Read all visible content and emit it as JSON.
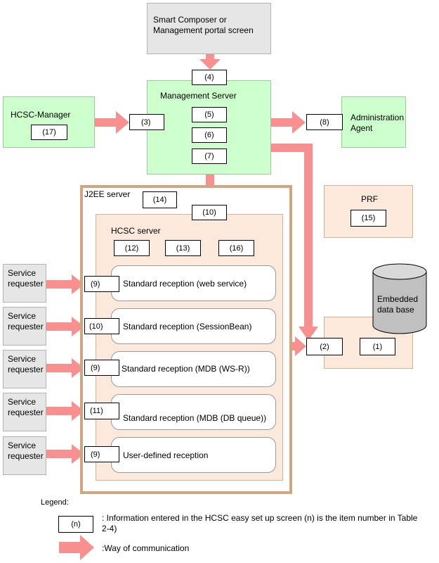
{
  "smart_composer": "Smart Composer or Management portal screen",
  "mgmt_server": {
    "title": "Management Server",
    "n4": "(4)",
    "n5": "(5)",
    "n6": "(6)",
    "n7": "(7)"
  },
  "hcsc_manager": {
    "title": "HCSC-Manager",
    "n17": "(17)"
  },
  "n3": "(3)",
  "admin_agent": {
    "title": "Administration Agent",
    "n8": "(8)"
  },
  "j2ee": {
    "title": "J2EE server",
    "n14": "(14)",
    "n10": "(10)"
  },
  "prf": {
    "title": "PRF",
    "n15": "(15)"
  },
  "hcsc_server": {
    "title": "HCSC server",
    "n12": "(12)",
    "n13": "(13)",
    "n16": "(16)"
  },
  "receptions": [
    {
      "num": "(9)",
      "label": "Standard reception (web service)"
    },
    {
      "num": "(10)",
      "label": "Standard reception (SessionBean)"
    },
    {
      "num": "(9)",
      "label": "Standard reception (MDB (WS-R))"
    },
    {
      "num": "(11)",
      "label": "Standard reception (MDB (DB queue))"
    },
    {
      "num": "(9)",
      "label": "User-defined reception"
    }
  ],
  "service_requester": "Service requester",
  "database": {
    "title": "Embedded data base",
    "n2": "(2)",
    "n1": "(1)"
  },
  "legend": {
    "title": "Legend:",
    "sample_num": "(n)",
    "num_desc": ": Information entered in the HCSC easy set up screen (n) is the item number in Table 2-4)",
    "arrow_desc": ":Way of communication"
  },
  "colors": {
    "arrow": "#f99090",
    "green": "#ccffcc",
    "peach": "#fbe9dc",
    "gray": "#e6e6e6",
    "j2ee_border": "#d2a581"
  }
}
